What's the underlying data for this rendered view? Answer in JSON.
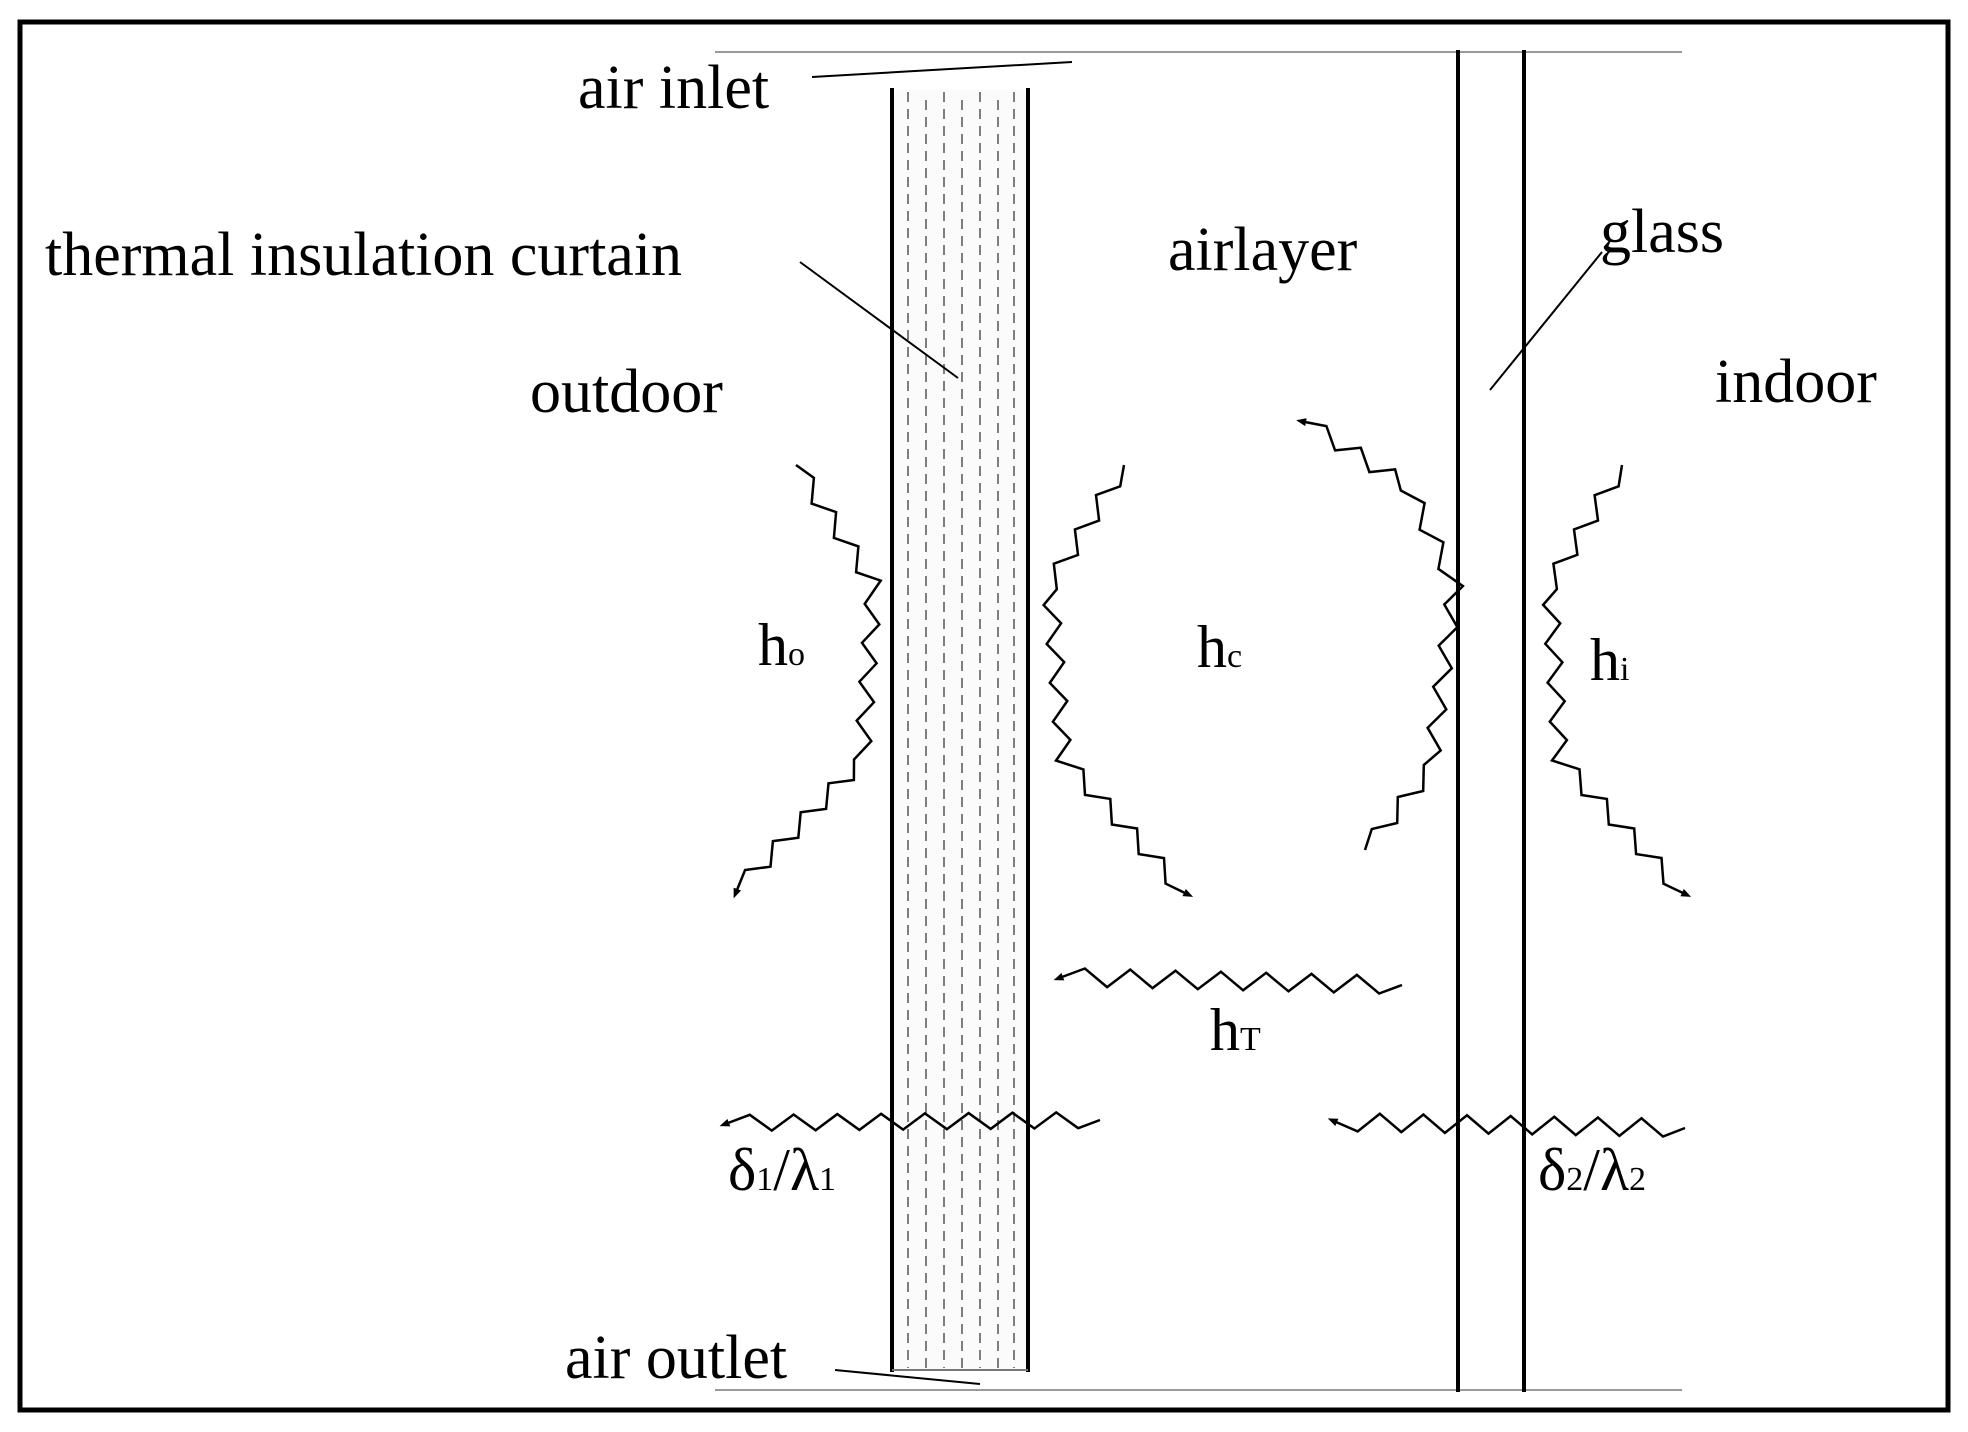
{
  "labels": {
    "air_inlet": "air inlet",
    "curtain": "thermal insulation curtain",
    "outdoor": "outdoor",
    "airlayer": "airlayer",
    "glass": "glass",
    "indoor": "indoor",
    "air_outlet": "air outlet"
  },
  "symbols": {
    "h_o": {
      "base": "h",
      "sub": "o"
    },
    "h_c": {
      "base": "h",
      "sub": "c"
    },
    "h_i": {
      "base": "h",
      "sub": "i"
    },
    "h_T": {
      "base": "h",
      "sub": "T"
    },
    "d1": {
      "a": "δ",
      "a_sub": "1",
      "sep": "/",
      "b": "λ",
      "b_sub": "1"
    },
    "d2": {
      "a": "δ",
      "a_sub": "2",
      "sep": "/",
      "b": "λ",
      "b_sub": "2"
    }
  },
  "colors": {
    "ink": "#000000",
    "thin_line": "#9a9a9a",
    "dash": "#555555",
    "background": "#ffffff"
  }
}
